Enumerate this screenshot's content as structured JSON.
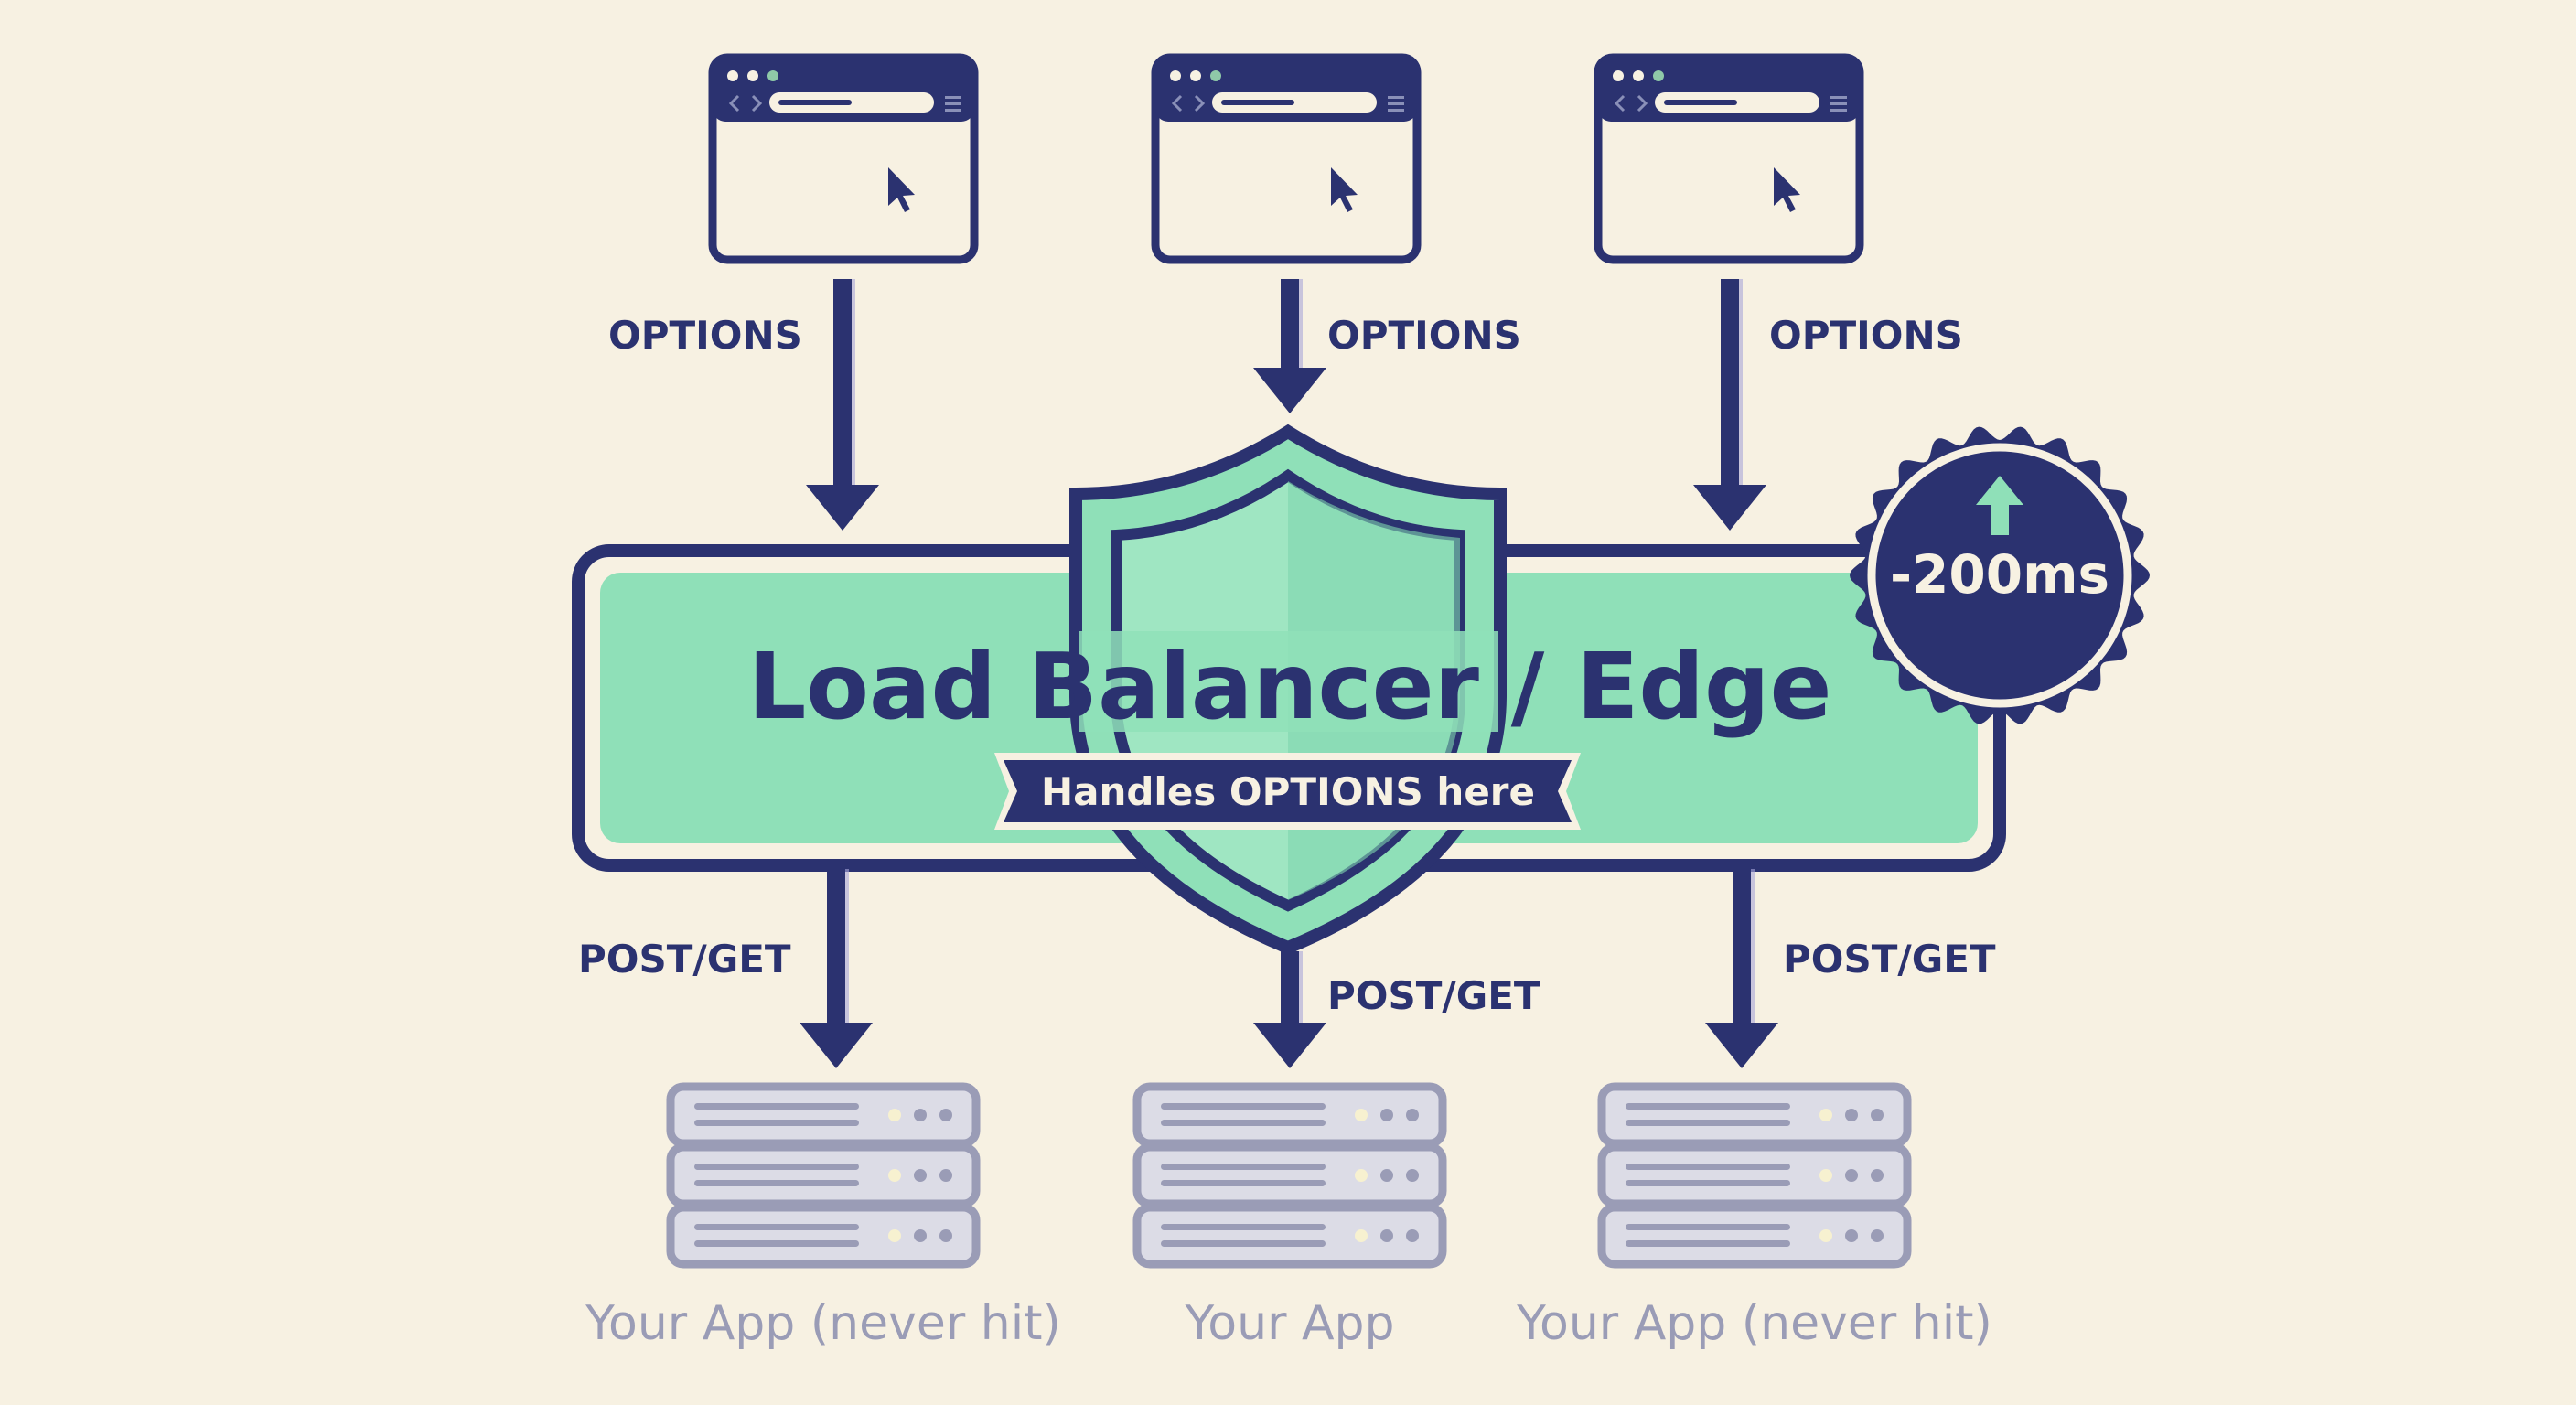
{
  "colors": {
    "background": "#f7f1e2",
    "navy": "#2b3270",
    "green": "#8fe0b8",
    "server_grey": "#9a9cb6"
  },
  "clients": [
    {
      "icon": "browser-window-icon",
      "request_label": "OPTIONS"
    },
    {
      "icon": "browser-window-icon",
      "request_label": "OPTIONS"
    },
    {
      "icon": "browser-window-icon",
      "request_label": "OPTIONS"
    }
  ],
  "edge": {
    "title": "Load Balancer / Edge",
    "banner": "Handles OPTIONS here",
    "icon": "shield-icon",
    "badge": {
      "text": "-200ms",
      "icon": "arrow-up-icon"
    }
  },
  "backends": [
    {
      "forward_label": "POST/GET",
      "app_label": "Your App (never hit)",
      "icon": "server-stack-icon"
    },
    {
      "forward_label": "POST/GET",
      "app_label": "Your App",
      "icon": "server-stack-icon"
    },
    {
      "forward_label": "POST/GET",
      "app_label": "Your App (never hit)",
      "icon": "server-stack-icon"
    }
  ]
}
